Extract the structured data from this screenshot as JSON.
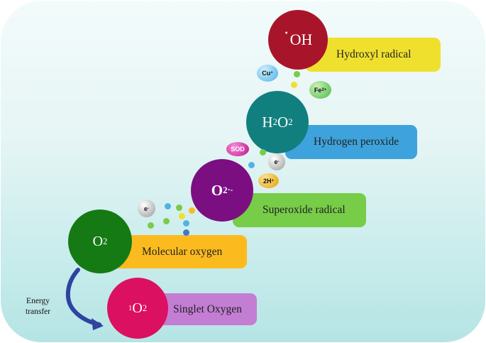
{
  "nodes": {
    "hydroxyl": {
      "symbol": "OH",
      "dot": "·",
      "label": "Hydroxyl radical"
    },
    "hydrogen_peroxide": {
      "h": "H",
      "h_sub": "2",
      "o": "O",
      "o_sub": "2",
      "label": "Hydrogen peroxide"
    },
    "superoxide": {
      "symbol": "O",
      "sub": "2",
      "sup": "·-",
      "label": "Superoxide radical"
    },
    "molecular_oxygen": {
      "symbol": "O",
      "sub": "2",
      "label": "Molecular oxygen"
    },
    "singlet_oxygen": {
      "pre_sup": "1",
      "symbol": "O",
      "sub": "2",
      "label": "Singlet Oxygen"
    }
  },
  "badges": {
    "cu": {
      "text": "Cu",
      "sup": "+"
    },
    "fe": {
      "text": "Fe",
      "sup": "2+"
    },
    "sod": {
      "text": "SOD"
    },
    "electron_upper": {
      "text": "e",
      "sup": "-"
    },
    "electron_lower": {
      "text": "e",
      "sup": "-"
    },
    "protons": {
      "text": "2H",
      "sup": "+"
    }
  },
  "side_label": {
    "line1": "Energy",
    "line2": "transfer"
  },
  "colors": {
    "hydroxyl_circle": "#a8152a",
    "hydroxyl_box": "#f0e02e",
    "peroxide_circle": "#127f7f",
    "peroxide_box": "#3ea3dc",
    "superoxide_circle": "#7b0f82",
    "superoxide_box": "#77cc48",
    "oxygen_circle": "#157a14",
    "oxygen_box": "#fbbb1f",
    "singlet_circle": "#dc1060",
    "singlet_box": "#c37ed4",
    "arrow": "#2f43a0"
  }
}
